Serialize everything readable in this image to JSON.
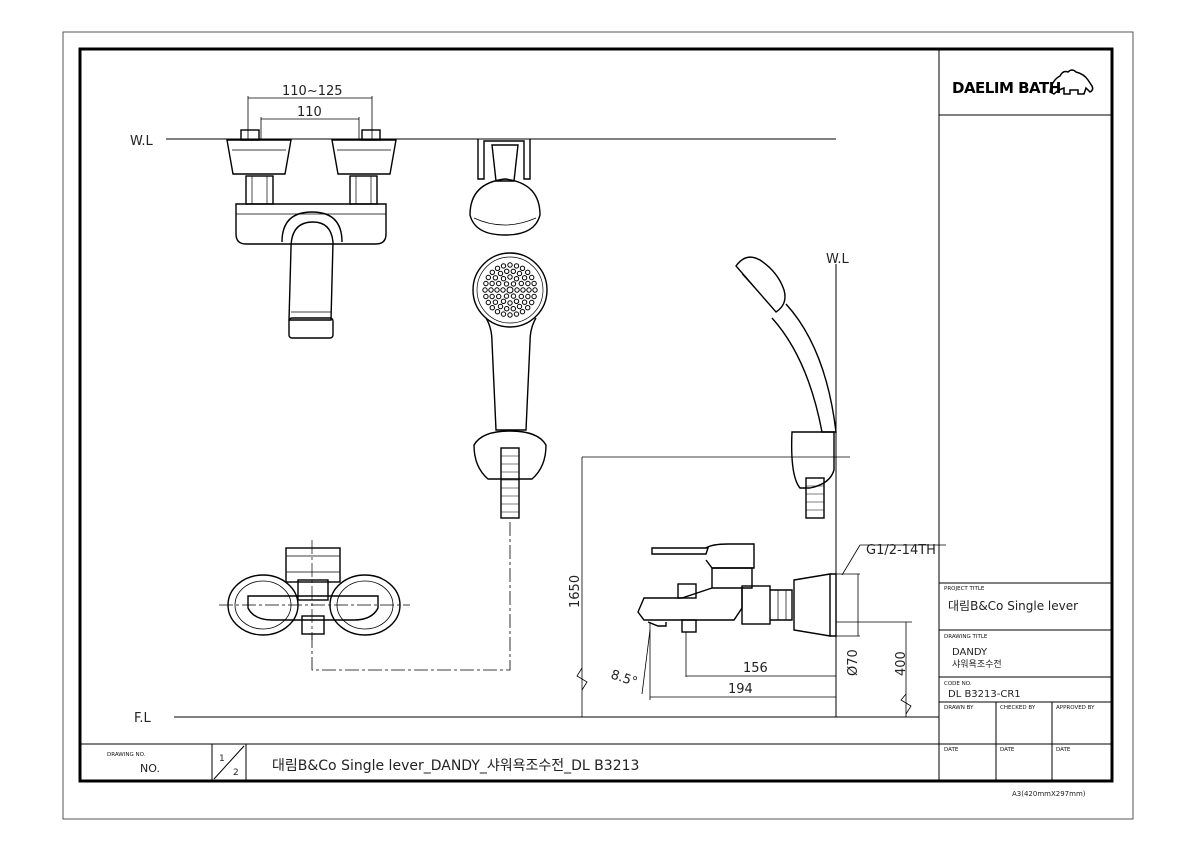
{
  "title_block": {
    "logo_text": "DAELIM BATH",
    "project_title_label": "PROJECT TITLE",
    "project_title": "대림B&Co Single lever",
    "drawing_title_label": "DRAWING TITLE",
    "drawing_title_1": "DANDY",
    "drawing_title_2": "샤워욕조수전",
    "code_no_label": "CODE NO.",
    "code_no": "DL B3213-CR1",
    "drawn_by": "DRAWN BY",
    "checked_by": "CHECKED BY",
    "approved_by": "APPROVED BY",
    "date_1": "DATE",
    "date_2": "DATE",
    "date_3": "DATE",
    "drawing_no_label": "DRAWING NO.",
    "drawing_no": "NO.",
    "sheet_num": "1",
    "sheet_total": "2",
    "footer_title": "대림B&Co Single lever_DANDY_샤워욕조수전_DL B3213",
    "paper_size": "A3(420mmX297mm)"
  },
  "dimensions": {
    "wl_left": "W.L",
    "wl_right": "W.L",
    "fl": "F.L",
    "width_range": "110~125",
    "width": "110",
    "height_1650": "1650",
    "thread": "G1/2-14TH",
    "dia_70": "Ø70",
    "height_400": "400",
    "spout_156": "156",
    "spout_194": "194",
    "angle": "8.5°"
  }
}
